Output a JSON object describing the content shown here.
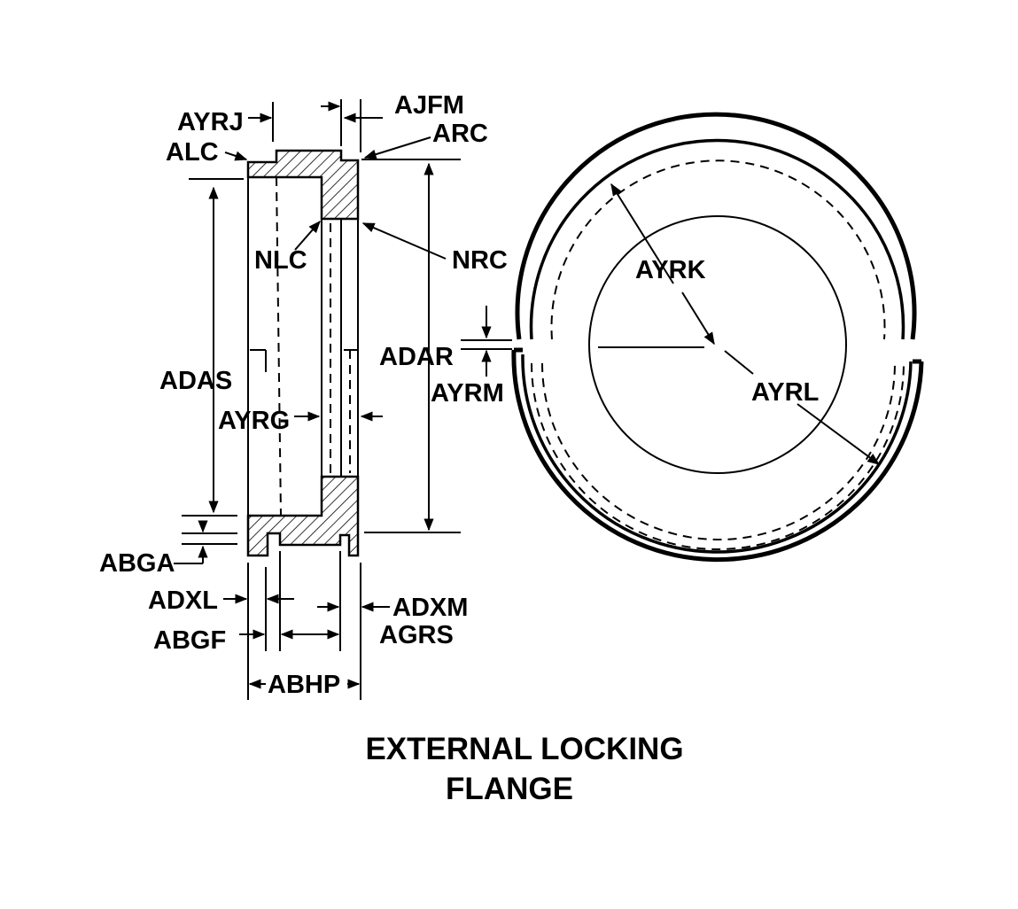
{
  "title": {
    "line1": "EXTERNAL LOCKING",
    "line2": "FLANGE"
  },
  "labels": {
    "ayrj": "AYRJ",
    "ajfm": "AJFM",
    "alc": "ALC",
    "arc": "ARC",
    "nlc": "NLC",
    "nrc": "NRC",
    "adas": "ADAS",
    "adar": "ADAR",
    "ayrm": "AYRM",
    "ayrg": "AYRG",
    "abga": "ABGA",
    "adxl": "ADXL",
    "adxm": "ADXM",
    "abgf": "ABGF",
    "agrs": "AGRS",
    "abhp": "ABHP",
    "ayrk": "AYRK",
    "ayrl": "AYRL"
  }
}
